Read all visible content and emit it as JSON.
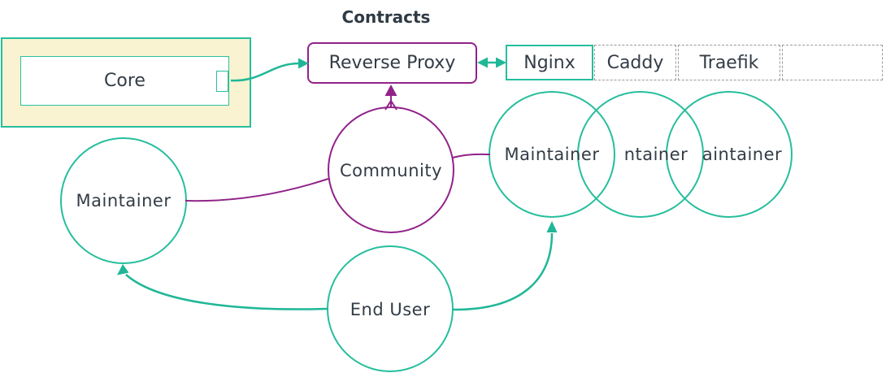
{
  "title": "Contracts",
  "nodes": {
    "core": {
      "label": "Core"
    },
    "reverse_proxy": {
      "label": "Reverse Proxy"
    },
    "community": {
      "label": "Community"
    },
    "end_user": {
      "label": "End User"
    },
    "maintainer_left": {
      "label": "Maintainer"
    },
    "maintainer_right_1": {
      "label": "Maintainer",
      "visible": "Maintainer"
    },
    "maintainer_right_2": {
      "label": "Maintainer",
      "visible": "ntainer"
    },
    "maintainer_right_3": {
      "label": "Maintainer",
      "visible": "aintainer"
    }
  },
  "proxy_table": {
    "cells": [
      {
        "label": "Nginx"
      },
      {
        "label": "Caddy"
      },
      {
        "label": "Traefik"
      },
      {
        "label": ""
      }
    ]
  },
  "edges": [
    {
      "from": "Core",
      "to": "Reverse Proxy",
      "style": "teal-arrow"
    },
    {
      "from": "Reverse Proxy",
      "to": "Nginx",
      "style": "teal-double-arrow"
    },
    {
      "from": "Community",
      "to": "Reverse Proxy",
      "style": "purple-arrow"
    },
    {
      "from": "Community",
      "to": "Maintainer (left)",
      "style": "purple-line"
    },
    {
      "from": "Community",
      "to": "Maintainer (right)",
      "style": "purple-line"
    },
    {
      "from": "End User",
      "to": "Maintainer (left)",
      "style": "teal-arrow"
    },
    {
      "from": "End User",
      "to": "Maintainer (right)",
      "style": "teal-arrow"
    }
  ],
  "colors": {
    "teal": "#26BE9D",
    "teal_edge": "#1FB797",
    "purple": "#912289",
    "text": "#333C46",
    "group_fill": "#FAF3D1",
    "dashed_border": "#9A9A9A"
  }
}
